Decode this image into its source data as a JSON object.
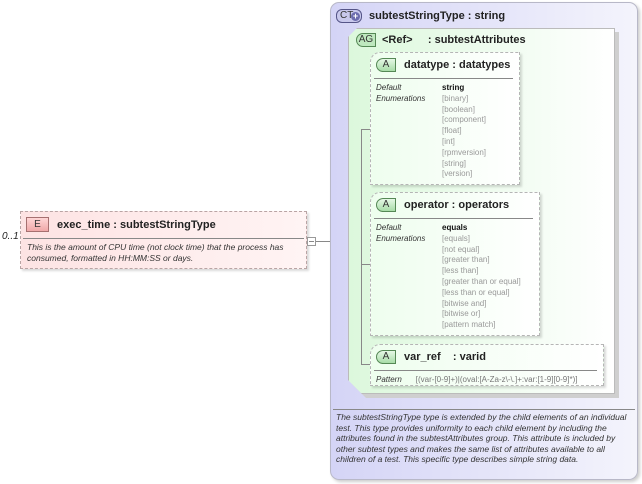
{
  "element": {
    "multiplicity": "0..1",
    "badge": "E",
    "title": "exec_time : subtestStringType",
    "description": "This is the amount of CPU time (not clock time) that the process has consumed, formatted in HH:MM:SS or days."
  },
  "complex_type": {
    "badge": "CT",
    "badge_icon": "+",
    "title": "subtestStringType : string",
    "description": "The subtestStringType type is extended by the child elements of an individual test.  This type provides uniformity to each child element by including the attributes found in the subtestAttributes group.  This attribute is included by other subtest types and makes the same list of attributes available to all children of a test.  This specific type describes simple string data."
  },
  "attribute_group": {
    "badge": "AG",
    "title": "<Ref>     : subtestAttributes"
  },
  "attributes": [
    {
      "badge": "A",
      "title": "datatype : datatypes",
      "default_label": "Default",
      "enumerations_label": "Enumerations",
      "default_value": "string",
      "enumerations": [
        "[binary]",
        "[boolean]",
        "[component]",
        "[float]",
        "[int]",
        "[rpmversion]",
        "[string]",
        "[version]"
      ]
    },
    {
      "badge": "A",
      "title": "operator : operators",
      "default_label": "Default",
      "enumerations_label": "Enumerations",
      "default_value": "equals",
      "enumerations": [
        "[equals]",
        "[not equal]",
        "[greater than]",
        "[less than]",
        "[greater than or equal]",
        "[less than or equal]",
        "[bitwise and]",
        "[bitwise or]",
        "[pattern match]"
      ]
    },
    {
      "badge": "A",
      "title": "var_ref    : varid",
      "pattern_label": "Pattern",
      "pattern_value": "[(var-[0-9]+)|(oval:[A-Za-z\\-\\.]+:var:[1-9][0-9]*)]"
    }
  ]
}
